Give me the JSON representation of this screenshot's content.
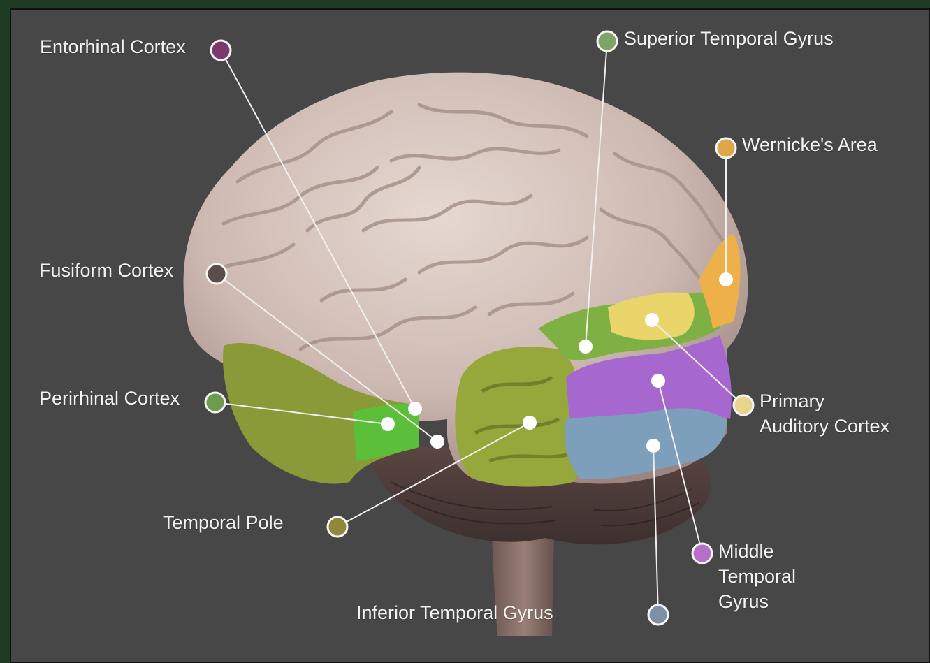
{
  "labels": {
    "entorhinal": "Entorhinal Cortex",
    "superior_temporal": "Superior Temporal Gyrus",
    "wernicke": "Wernicke's Area",
    "fusiform": "Fusiform Cortex",
    "perirhinal": "Perirhinal Cortex",
    "primary_auditory_line1": "Primary",
    "primary_auditory_line2": "Auditory Cortex",
    "temporal_pole": "Temporal Pole",
    "middle_temporal_line1": "Middle",
    "middle_temporal_line2": "Temporal",
    "middle_temporal_line3": "Gyrus",
    "inferior_temporal": "Inferior Temporal Gyrus"
  },
  "colors": {
    "entorhinal": "#7b3a6b",
    "superior_temporal": "#7fa468",
    "wernicke": "#e0a64a",
    "fusiform": "#5b4e4a",
    "perirhinal": "#6c9a4e",
    "primary_auditory": "#e8d48a",
    "temporal_pole": "#8e8a3c",
    "middle_temporal": "#b46fc6",
    "inferior_temporal": "#7d90a6",
    "background": "#474747",
    "border": "#1f3b24"
  }
}
